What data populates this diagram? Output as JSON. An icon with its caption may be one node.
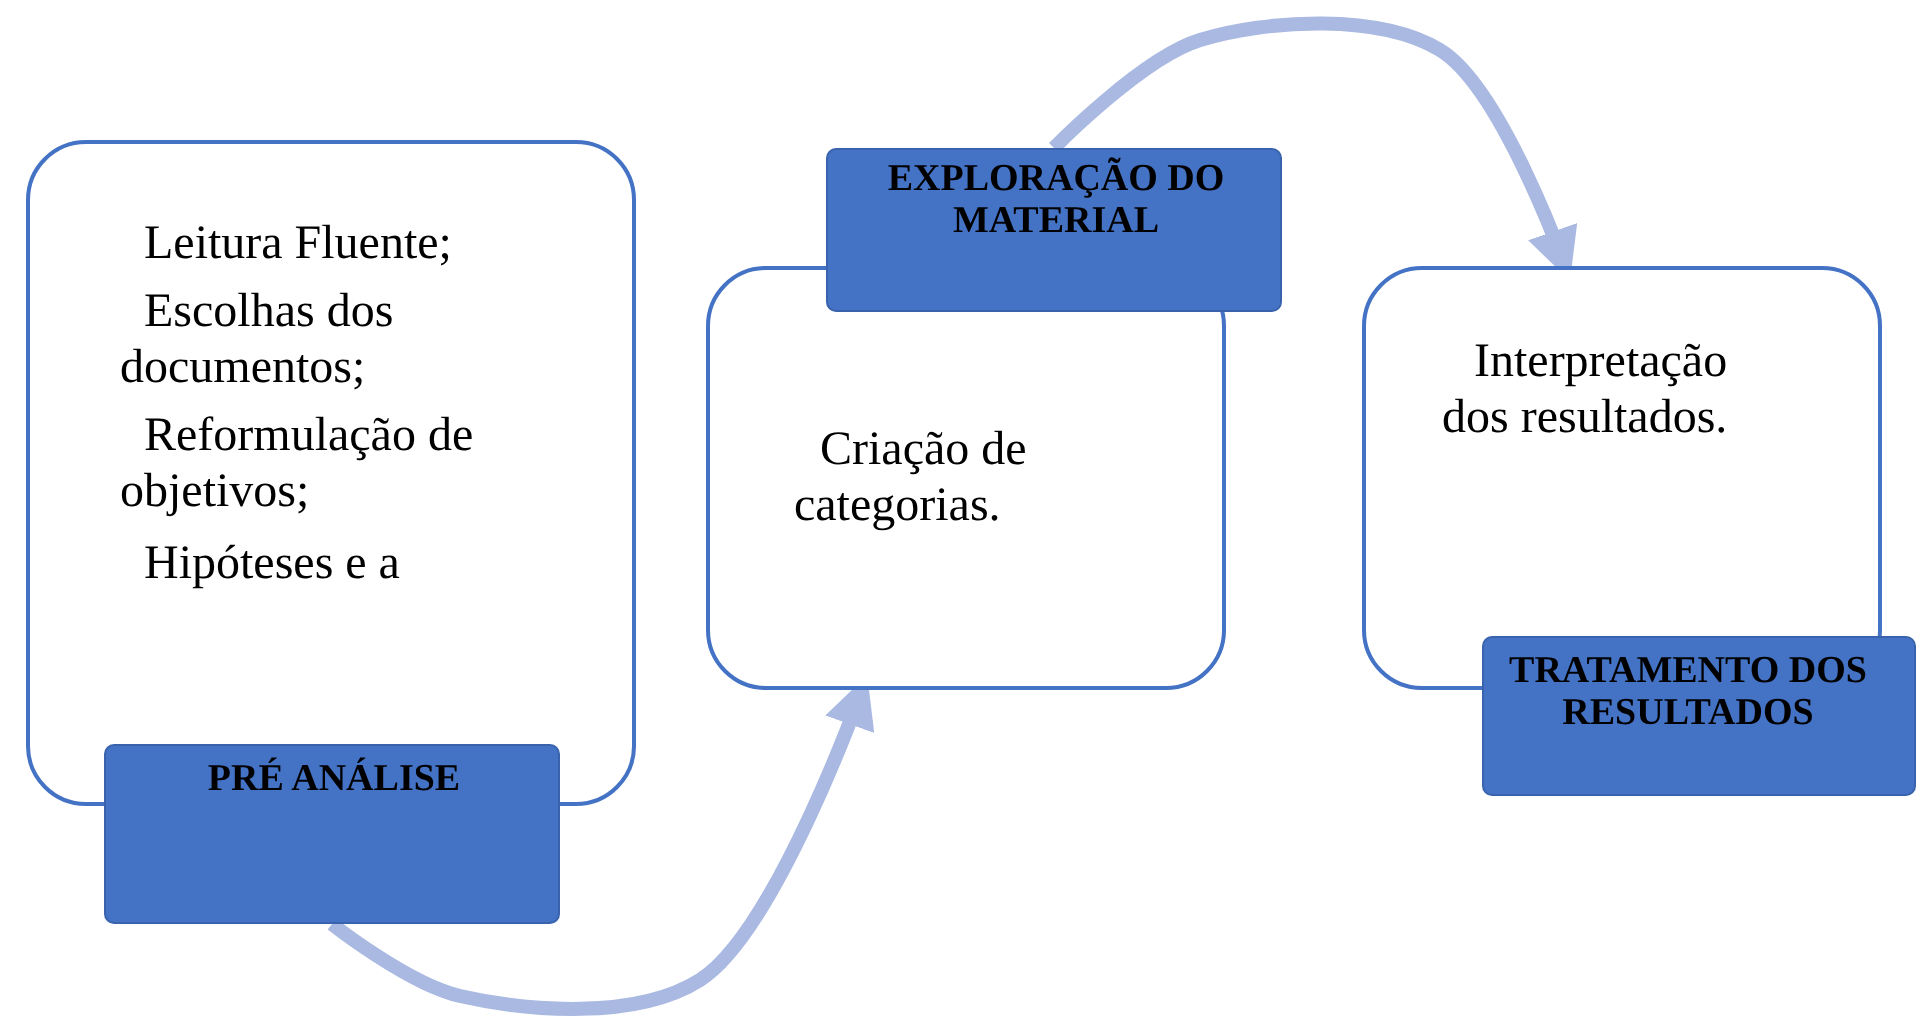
{
  "diagram": {
    "nodes": [
      {
        "text": [
          "Leitura Fluente;",
          "Escolhas dos documentos;",
          "Reformulação de objetivos;",
          "Hipóteses e a"
        ]
      },
      {
        "text": [
          "PRÉ ANÁLISE"
        ]
      },
      {
        "text": [
          "Criação de categorias."
        ]
      },
      {
        "text": [
          "EXPLORAÇÃO DO MATERIAL"
        ]
      },
      {
        "text": [
          "Interpretação dos resultados."
        ]
      },
      {
        "text": [
          "TRATAMENTO DOS RESULTADOS"
        ]
      }
    ],
    "edges": [
      {
        "from": 1,
        "to": 2,
        "arrow": "to"
      },
      {
        "from": 3,
        "to": 4,
        "arrow": "to"
      }
    ]
  }
}
